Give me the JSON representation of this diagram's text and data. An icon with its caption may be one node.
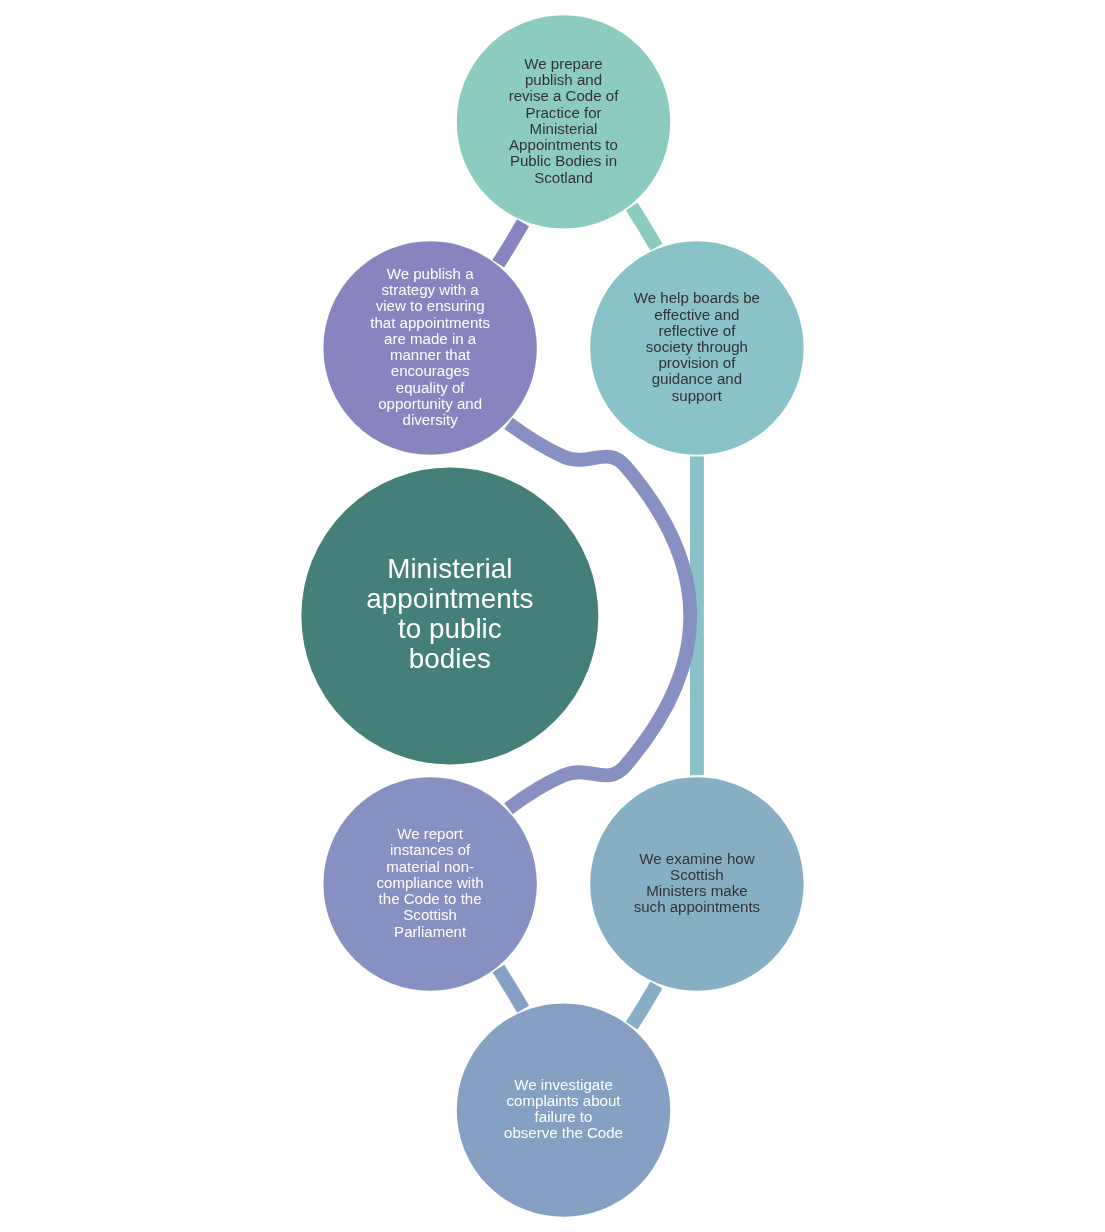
{
  "diagram": {
    "nodes": [
      {
        "text": [
          "Ministerial appointments to public bodies"
        ]
      },
      {
        "text": [
          "We prepare publish and revise a Code of Practice for Ministerial Appointments to Public Bodies in Scotland"
        ]
      },
      {
        "text": [
          "We help boards be effective and reflective of society through provision of guidance and support"
        ]
      },
      {
        "text": [
          "We examine how Scottish Ministers make such appointments"
        ]
      },
      {
        "text": [
          "We investigate complaints about failure to observe the Code"
        ]
      },
      {
        "text": [
          "We report instances of material non-compliance with the Code to the Scottish Parliament"
        ]
      },
      {
        "text": [
          "We publish a strategy with a view to ensuring that appointments are made in a manner that encourages equality of opportunity and diversity"
        ]
      }
    ],
    "edges": [
      {
        "from": 1,
        "to": 2,
        "arrow": "none",
        "color": "#8ccbbf"
      },
      {
        "from": 2,
        "to": 3,
        "arrow": "none",
        "color": "#89c3c7"
      },
      {
        "from": 3,
        "to": 4,
        "arrow": "none",
        "color": "#87afc4"
      },
      {
        "from": 4,
        "to": 5,
        "arrow": "none",
        "color": "#86a0c4"
      },
      {
        "from": 5,
        "to": 6,
        "arrow": "none",
        "color": "#8690c1"
      },
      {
        "from": 6,
        "to": 1,
        "arrow": "none",
        "color": "#8884bf"
      }
    ]
  }
}
